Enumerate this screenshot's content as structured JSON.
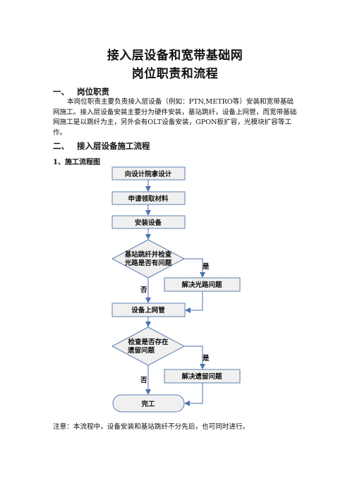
{
  "doc": {
    "title_line1": "接入层设备和宽带基础网",
    "title_line2": "岗位职责和流程",
    "section1_num": "一、",
    "section1_title": "岗位职责",
    "section1_body": "本岗位职责主要负责接入层设备（例如：PTN,METRO等）安装和宽带基础网施工。接入层设备安装主要分为硬件安装，基站跳纤，设备上网管，而宽带基础网施工是以跳纤为主，另外会有OLT设备安装，GPON板扩容，光模块扩容等工作。",
    "section2_num": "二、",
    "section2_title": "接入层设备施工流程",
    "subsection": "1、施工流程图",
    "note": "注意：本流程中，设备安装和基站跳纤不分先后，也可同时进行。"
  },
  "flow": {
    "step1": "向设计院拿设计",
    "step2": "申请领取材料",
    "step3": "安装设备",
    "decision1_line1": "基站跳纤并检查",
    "decision1_line2": "光路是否有问题",
    "yes1": "是",
    "fix1": "解决光路问题",
    "no1": "否",
    "step4": "设备上网管",
    "decision2_line1": "检查是否存在",
    "decision2_line2": "遗留问题",
    "yes2": "是",
    "fix2": "解决遗留问题",
    "no2": "否",
    "end": "完工"
  },
  "colors": {
    "shape_fill": "#f0f0f0",
    "shape_stroke": "#5b7fb0",
    "arrow": "#4a72b0"
  }
}
